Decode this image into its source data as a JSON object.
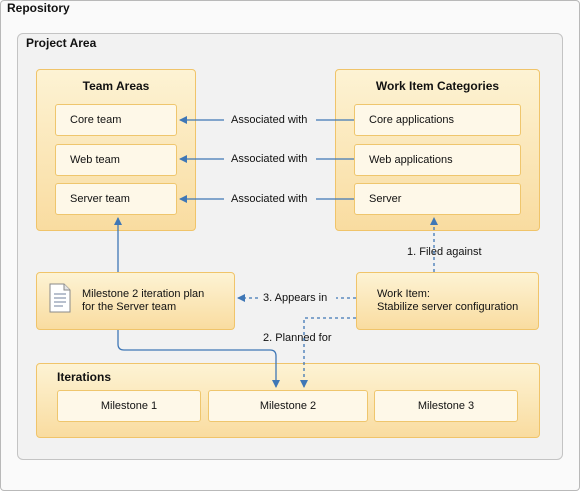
{
  "repository": {
    "title": "Repository"
  },
  "project_area": {
    "title": "Project Area"
  },
  "team_areas": {
    "title": "Team Areas",
    "items": [
      "Core team",
      "Web team",
      "Server team"
    ]
  },
  "work_item_categories": {
    "title": "Work Item Categories",
    "items": [
      "Core applications",
      "Web applications",
      "Server"
    ]
  },
  "associations": [
    "Associated with",
    "Associated with",
    "Associated with"
  ],
  "plan": {
    "line1": "Milestone 2 iteration plan",
    "line2": "for the Server team",
    "icon": "document-icon"
  },
  "work_item": {
    "line1": "Work Item:",
    "line2": "Stabilize server configuration"
  },
  "relations": {
    "filed_against": "1. Filed against",
    "planned_for": "2. Planned for",
    "appears_in": "3. Appears in"
  },
  "iterations": {
    "title": "Iterations",
    "items": [
      "Milestone 1",
      "Milestone 2",
      "Milestone 3"
    ]
  },
  "colors": {
    "box_fill": "#fdf3d4",
    "box_border": "#f0c46a",
    "arrow": "#3f77b6"
  }
}
